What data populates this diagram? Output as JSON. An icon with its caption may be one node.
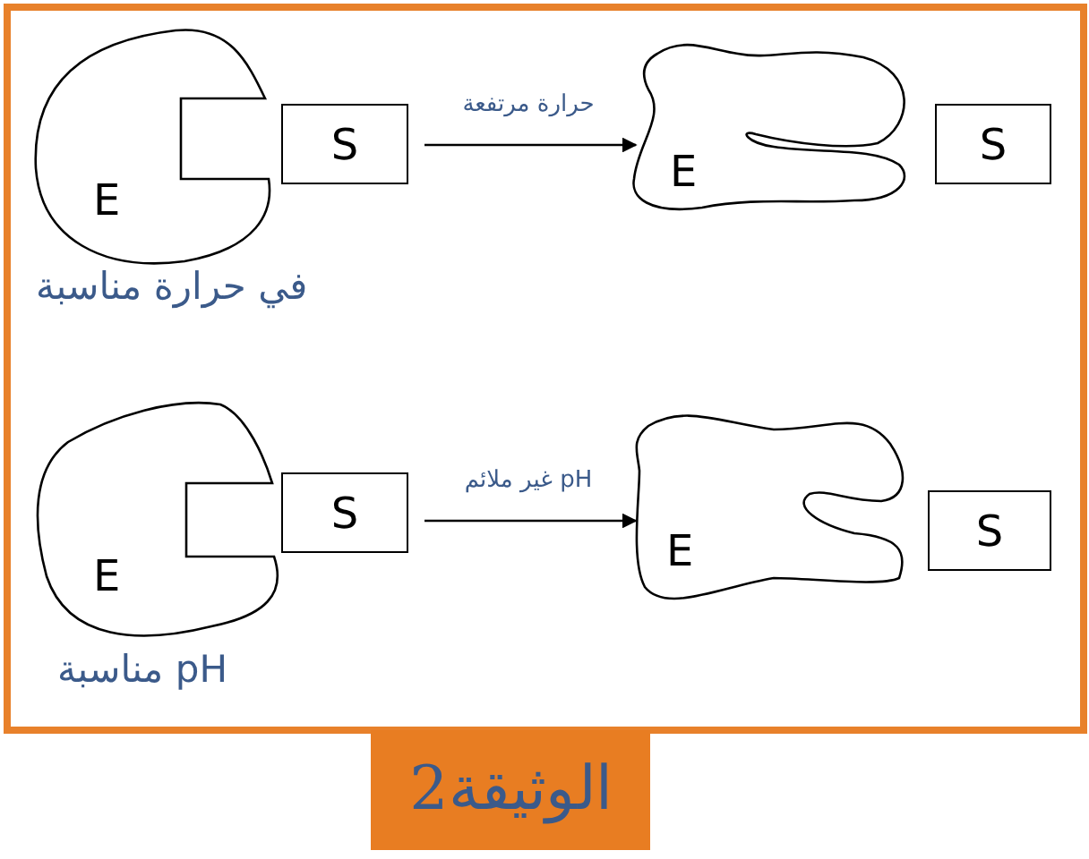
{
  "diagram": {
    "nodes": [
      {
        "text": [
          "E"
        ],
        "beside": [
          "في حرارة مناسبة"
        ]
      },
      {
        "text": [
          "S"
        ]
      },
      {
        "text": [
          "E"
        ]
      },
      {
        "text": [
          "S"
        ]
      },
      {
        "text": [
          "E"
        ],
        "beside": [
          "pH مناسبة"
        ]
      },
      {
        "text": [
          "S"
        ]
      },
      {
        "text": [
          "E"
        ]
      },
      {
        "text": [
          "S"
        ]
      },
      {
        "text": [
          "الوثيقة2"
        ]
      }
    ],
    "edges": [
      {
        "from": 1,
        "to": 2,
        "arrow": "to",
        "label": "حرارة مرتفعة"
      },
      {
        "from": 5,
        "to": 6,
        "arrow": "to",
        "label": "pH غير ملائم"
      }
    ]
  }
}
